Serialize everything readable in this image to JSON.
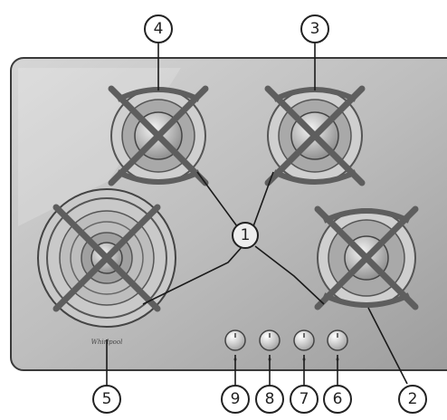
{
  "callouts": {
    "c1": "1",
    "c2": "2",
    "c3": "3",
    "c4": "4",
    "c5": "5",
    "c6": "6",
    "c7": "7",
    "c8": "8",
    "c9": "9"
  },
  "brand_logo_text": "Whirlpool",
  "colors": {
    "panel": "#b9b9b9",
    "outline": "#333333",
    "grate": "#6e6e6e"
  }
}
